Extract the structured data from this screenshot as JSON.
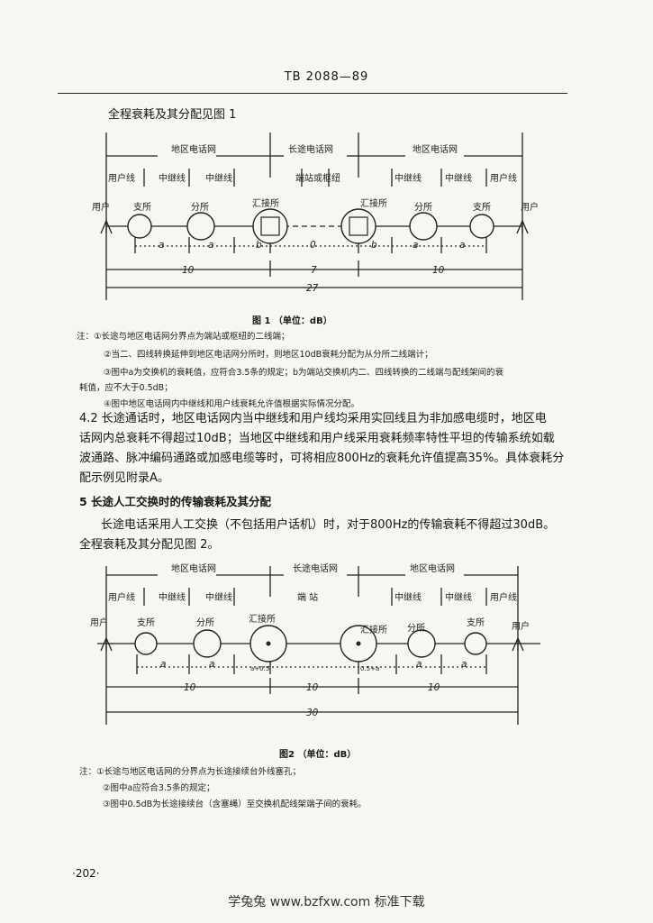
{
  "header": "TB 2088—89",
  "intro_line": "全程衰耗及其分配见图 1",
  "figure1": {
    "regions": [
      "地区电话网",
      "长途电话网",
      "地区电话网"
    ],
    "segments": [
      "用户线",
      "中继线",
      "中继线",
      "中继线",
      "中继线",
      "用户线"
    ],
    "relay_group": "端站或枢纽",
    "nodes": [
      "用户",
      "支所",
      "分所",
      "汇接所",
      "汇接所",
      "分所",
      "支所",
      "用户"
    ],
    "subvalues": [
      "a",
      "a",
      "b",
      "0",
      "b",
      "a",
      "a"
    ],
    "totals": [
      "10",
      "7",
      "10"
    ],
    "grand_total": "27",
    "caption": "图 1        （单位：dB）"
  },
  "notes1": [
    "注：①长途与地区电话网分界点为端站或枢纽的二线端；",
    "②当二、四线转换延伸到地区电话网分所时，则地区10dB衰耗分配为从分所二线端计；",
    "③图中a为交换机的衰耗值，应符合3.5条的规定；b为端站交换机内二、四线转换的二线端与配线架间的衰",
    "耗值，应不大于0.5dB；",
    "④图中地区电话网内中继线和用户线衰耗允许值根据实际情况分配。"
  ],
  "para_4_2": [
    "4.2  长途通话时，地区电话网内当中继线和用户线均采用实回线且为非加感电缆时，地区电",
    "话网内总衰耗不得超过10dB；当地区中继线和用户线采用衰耗频率特性平坦的传输系统如载",
    "波通路、脉冲编码通路或加感电缆等时，可将相应800Hz的衰耗允许值提高35%。具体衰耗分",
    "配示例见附录A。"
  ],
  "section5_title": "5  长途人工交换时的传输衰耗及其分配",
  "para_5": [
    "长途电话采用人工交换（不包括用户话机）时，对于800Hz的传输衰耗不得超过30dB。",
    "全程衰耗及其分配见图 2。"
  ],
  "figure2": {
    "regions": [
      "地区电话网",
      "长途电话网",
      "地区电话网"
    ],
    "segments": [
      "用户线",
      "中继线",
      "中继线",
      "中继线",
      "中继线",
      "用户线"
    ],
    "relay_group": "端  站",
    "nodes": [
      "用户",
      "支所",
      "分所",
      "汇接所",
      "汇接所",
      "分所",
      "支所",
      "用户"
    ],
    "subvalues": [
      "a",
      "a",
      "a+0.5",
      "0.5+a",
      "a",
      "a"
    ],
    "totals": [
      "10",
      "10",
      "10"
    ],
    "grand_total": "30",
    "caption": "图2   （单位：dB）"
  },
  "notes2": [
    "注：①长途与地区电话网的分界点为长途接续台外线塞孔；",
    "②图中a应符合3.5条的规定；",
    "③图中0.5dB为长途接续台（含塞绳）至交换机配线架端子间的衰耗。"
  ],
  "page_number": "·202·",
  "footer": "学兔兔   www.bzfxw.com   标准下载"
}
